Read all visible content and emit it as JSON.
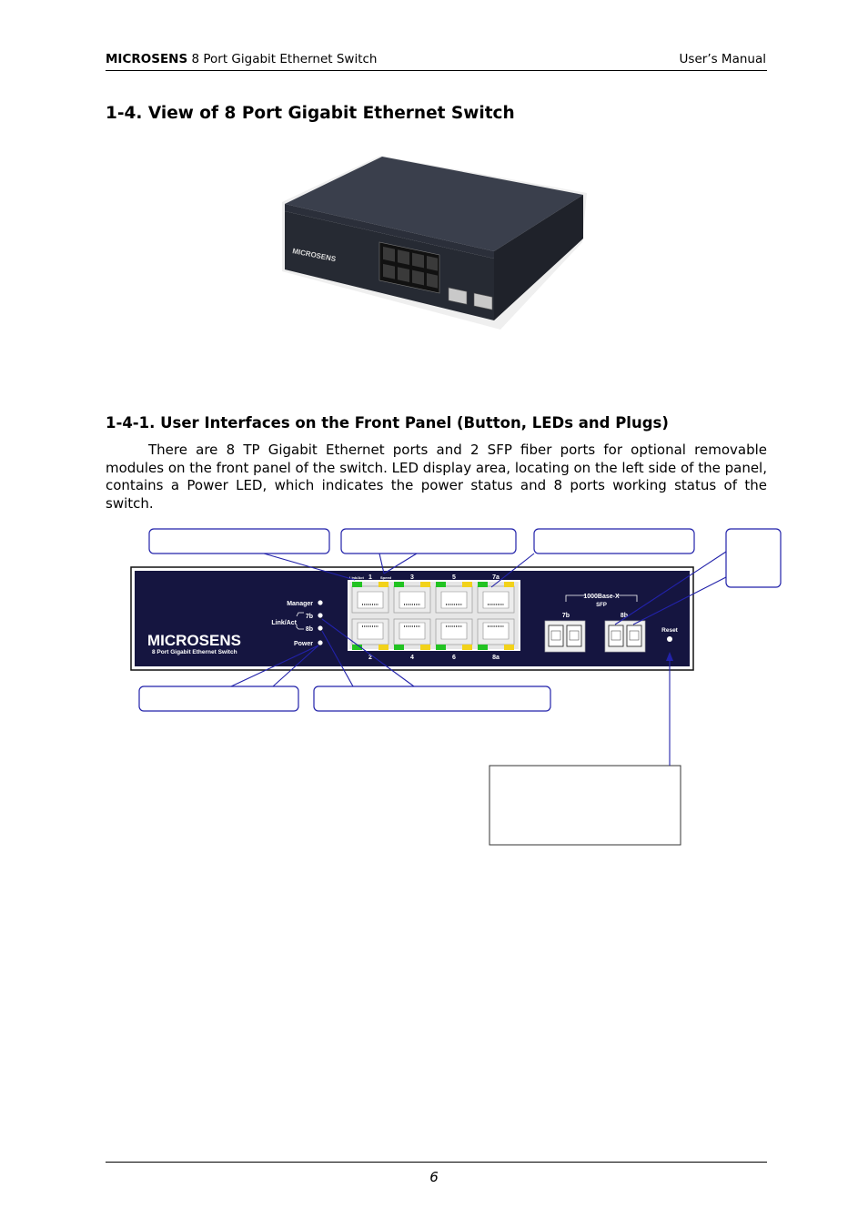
{
  "header": {
    "brand": "MICROSENS",
    "product": "8 Port Gigabit Ethernet Switch",
    "manual": "User’s Manual"
  },
  "section": {
    "title": "1-4. View of 8 Port Gigabit Ethernet Switch"
  },
  "subsection": {
    "title": "1-4-1. User Interfaces on the Front Panel (Button, LEDs and Plugs)",
    "paragraph": "There are 8 TP Gigabit Ethernet ports and 2 SFP fiber ports for optional removable modules on the front panel of the switch. LED display area, locating on the left side of the panel, contains a Power LED, which indicates the power status and 8 ports working status of the switch."
  },
  "photo": {
    "brand": "MICROSENS"
  },
  "panel": {
    "brand": "MICROSENS",
    "model": "8 Port Gigabit Ethernet Switch",
    "leds": [
      "Manager",
      "7b",
      "8b",
      "Power"
    ],
    "link_act_label": "Link/Act",
    "top_port_numbers": [
      "1",
      "3",
      "5",
      "7a"
    ],
    "bottom_port_numbers": [
      "2",
      "4",
      "6",
      "8a"
    ],
    "led_tags": [
      "Link/Act",
      "Speed"
    ],
    "sfp_title": "1000Base-X",
    "sfp_subtitle": "SFP",
    "sfp_ports": [
      "7b",
      "8b"
    ],
    "reset_label": "Reset"
  },
  "footer": {
    "page_number": "6"
  }
}
